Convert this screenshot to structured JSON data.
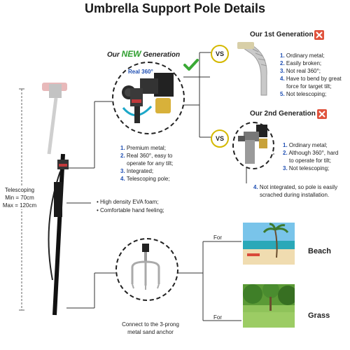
{
  "title": "Umbrella Support Pole Details",
  "new_generation": {
    "prefix": "Our ",
    "highlight": "NEW",
    "suffix": " Generation",
    "real360": "Real 360°"
  },
  "new_features": [
    {
      "n": "1.",
      "text": "Premium metal;"
    },
    {
      "n": "2.",
      "text": "Real 360°, easy to"
    },
    {
      "n": "",
      "text": "operate for any tilt;"
    },
    {
      "n": "3.",
      "text": "Integrated;"
    },
    {
      "n": "4.",
      "text": "Telescoping pole;"
    }
  ],
  "first_gen": {
    "title": "Our 1st Generation",
    "items": [
      {
        "n": "1.",
        "text": "Ordinary metal;"
      },
      {
        "n": "2.",
        "text": "Easily broken;"
      },
      {
        "n": "3.",
        "text": "Not real 360°;"
      },
      {
        "n": "4.",
        "text": "Have to bend by great"
      },
      {
        "n": "",
        "text": "force for target tilt;"
      },
      {
        "n": "5.",
        "text": "Not telescoping;"
      }
    ]
  },
  "second_gen": {
    "title": "Our 2nd Generation",
    "items": [
      {
        "n": "1.",
        "text": "Ordinary metal;"
      },
      {
        "n": "2.",
        "text": "Although 360°, hard"
      },
      {
        "n": "",
        "text": "to operate for tilt;"
      },
      {
        "n": "3.",
        "text": "Not telescoping;"
      }
    ],
    "note_n": "4.",
    "note_line1": "Not integrated, so pole is easily",
    "note_line2": "scrached during installation."
  },
  "vs_label": "VS",
  "telescoping": {
    "line1": "Telescoping",
    "line2": "Min = 70cm",
    "line3": "Max = 120cm"
  },
  "foam_bullets": [
    "High density EVA foam;",
    "Comfortable hand feeling;"
  ],
  "anchor_caption": {
    "line1": "Connect to the 3-prong",
    "line2": "metal sand anchor"
  },
  "for_label": "For",
  "beach_label": "Beach",
  "grass_label": "Grass",
  "colors": {
    "check": "#3aa935",
    "x_bg": "#e0533d",
    "vs_ring": "#d4b800",
    "number_blue": "#1f4fb3"
  }
}
